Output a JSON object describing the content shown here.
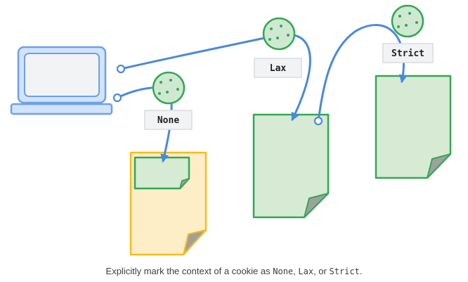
{
  "labels": {
    "none": "None",
    "lax": "Lax",
    "strict": "Strict"
  },
  "caption": {
    "prefix": "Explicitly mark the context of a cookie as ",
    "none": "None",
    "sep1": ", ",
    "lax": "Lax",
    "sep2": ", or ",
    "strict": "Strict",
    "suffix": "."
  },
  "icons": {
    "laptop": "laptop-icon",
    "cookie": "cookie-icon",
    "document": "document-icon"
  },
  "colors": {
    "arrow": "#4a89dc",
    "laptop_stroke": "#6fa0e8",
    "laptop_fill": "#d2e3fc",
    "laptop_screen": "#f1f3f4",
    "cookie_stroke": "#34a853",
    "cookie_fill": "#cfe8d2",
    "doc_green_stroke": "#34a853",
    "doc_green_fill": "#d6ead4",
    "doc_yellow_stroke": "#f9bb19",
    "doc_yellow_fill": "#fdeec8",
    "fold": "#a0a0a0",
    "tag_fill": "#f1f3f4",
    "tag_stroke": "#dadce0"
  }
}
